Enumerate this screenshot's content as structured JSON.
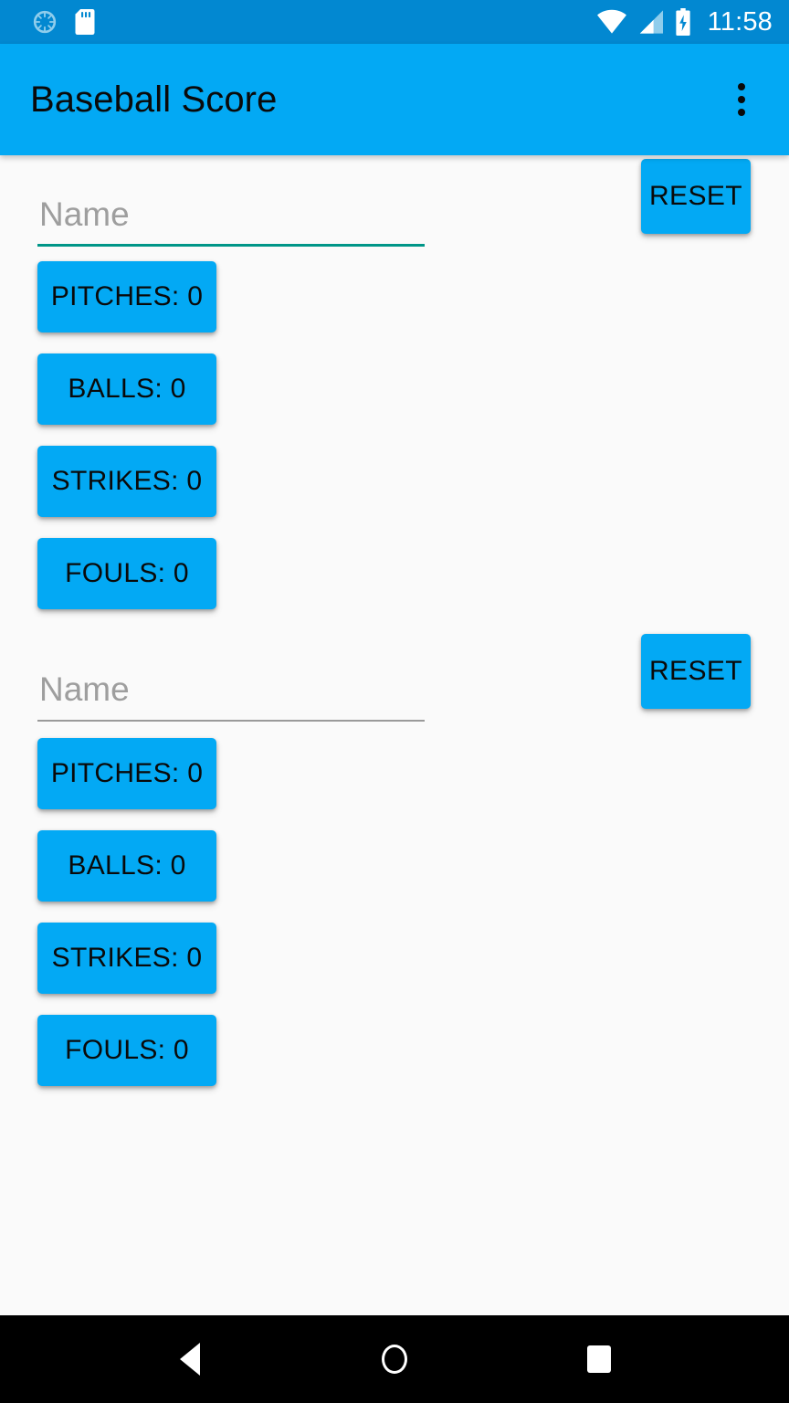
{
  "status_bar": {
    "background_color": "#0288D1",
    "left_icons": [
      {
        "name": "sync-progress-icon",
        "label": "sync"
      },
      {
        "name": "sd-card-icon",
        "label": "sd-card"
      }
    ],
    "right_icons": [
      {
        "name": "wifi-icon",
        "label": "wifi-full"
      },
      {
        "name": "cellular-signal-icon",
        "label": "signal-partial"
      },
      {
        "name": "battery-charging-icon",
        "label": "battery-charging"
      }
    ],
    "clock": "11:58"
  },
  "app_bar": {
    "title": "Baseball Score",
    "background_color": "#03A9F4",
    "title_color": "#0A0A0A",
    "overflow_menu_label": "More options"
  },
  "colors": {
    "accent_blue": "#03A9F4",
    "status_blue": "#0288D1",
    "focused_underline": "#009688",
    "unfocused_underline": "#9A9A9A",
    "page_background": "#FAFAFA",
    "button_text": "#0A0A0A",
    "placeholder": "#9E9E9E"
  },
  "teams": [
    {
      "id": "team-1",
      "name_placeholder": "Name",
      "name_value": "",
      "focused": true,
      "reset_label": "RESET",
      "stats": [
        {
          "key": "pitches",
          "label": "PITCHES: 0",
          "count": 0
        },
        {
          "key": "balls",
          "label": "BALLS: 0",
          "count": 0
        },
        {
          "key": "strikes",
          "label": "STRIKES: 0",
          "count": 0
        },
        {
          "key": "fouls",
          "label": "FOULS: 0",
          "count": 0
        }
      ]
    },
    {
      "id": "team-2",
      "name_placeholder": "Name",
      "name_value": "",
      "focused": false,
      "reset_label": "RESET",
      "stats": [
        {
          "key": "pitches",
          "label": "PITCHES: 0",
          "count": 0
        },
        {
          "key": "balls",
          "label": "BALLS: 0",
          "count": 0
        },
        {
          "key": "strikes",
          "label": "STRIKES: 0",
          "count": 0
        },
        {
          "key": "fouls",
          "label": "FOULS: 0",
          "count": 0
        }
      ]
    }
  ],
  "nav_bar": {
    "background_color": "#000000",
    "buttons": [
      {
        "name": "back-button",
        "icon": "triangle-left-icon",
        "label": "Back"
      },
      {
        "name": "home-button",
        "icon": "circle-icon",
        "label": "Home"
      },
      {
        "name": "recents-button",
        "icon": "square-icon",
        "label": "Recents"
      }
    ]
  }
}
